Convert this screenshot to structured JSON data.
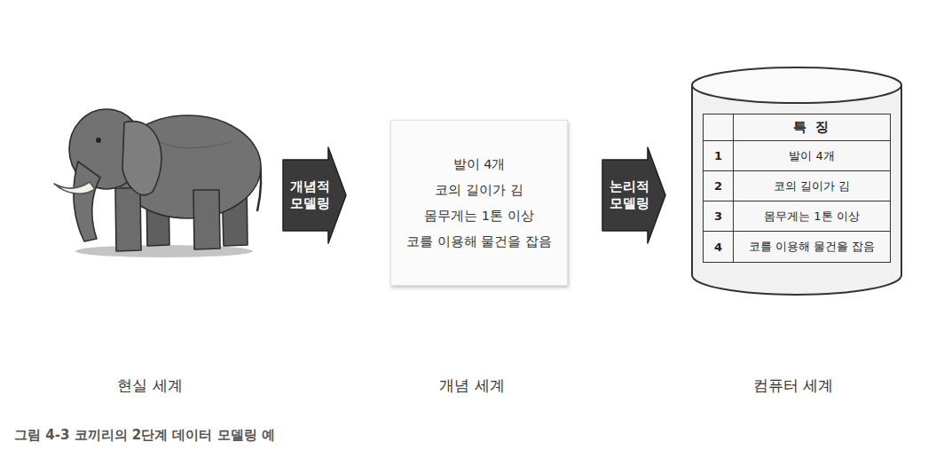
{
  "diagram": {
    "caption": "그림 4-3 코끼리의 2단계 데이터 모델링 예",
    "nodes": [
      {
        "text": [
          "현실 세계"
        ]
      },
      {
        "text": [
          "개념 세계"
        ]
      },
      {
        "text": [
          "발이 4개",
          "코의 길이가 김",
          "몸무게는 1톤 이상",
          "코를 이용해 물건을 잡음"
        ],
        "in": 1
      },
      {
        "text": [
          "컴퓨터 세계"
        ]
      },
      {
        "text": [
          "특 징",
          "1",
          "발이 4개",
          "2",
          "코의 길이가 김",
          "3",
          "몸무게는 1톤 이상",
          "4",
          "코를 이용해 물건을 잡음"
        ],
        "in": 3
      }
    ],
    "edges": [
      {
        "from": 0,
        "to": 1,
        "label": "개념적 모델링",
        "arrow": "to"
      },
      {
        "from": 1,
        "to": 3,
        "label": "논리적 모델링",
        "arrow": "to"
      }
    ]
  }
}
